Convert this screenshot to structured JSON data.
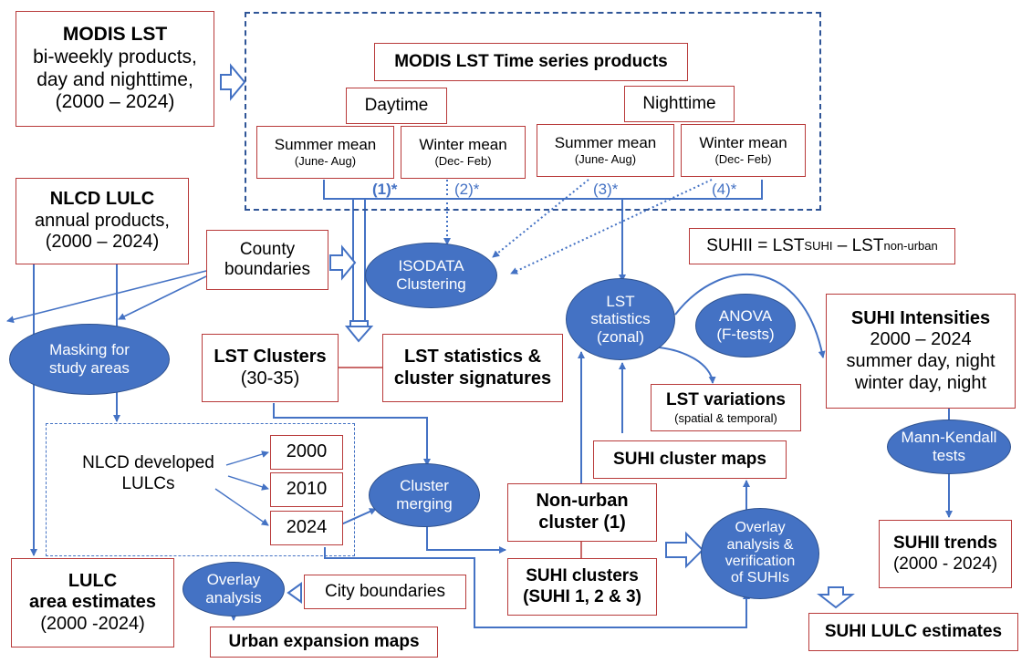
{
  "modis_lst": {
    "title": "MODIS LST",
    "line1": "bi-weekly products,",
    "line2": "day and nighttime,",
    "line3": "(2000 – 2024)"
  },
  "time_series": {
    "title": "MODIS LST Time series products",
    "daytime": "Daytime",
    "nighttime": "Nighttime",
    "day_summer": {
      "title": "Summer mean",
      "months": "(June- Aug)"
    },
    "day_winter": {
      "title": "Winter mean",
      "months": "(Dec- Feb)"
    },
    "night_summer": {
      "title": "Summer mean",
      "months": "(June- Aug)"
    },
    "night_winter": {
      "title": "Winter mean",
      "months": "(Dec- Feb)"
    },
    "marks": [
      "(1)*",
      "(2)*",
      "(3)*",
      "(4)*"
    ]
  },
  "nlcd": {
    "title": "NLCD LULC",
    "line1": "annual products,",
    "line2": "(2000 – 2024)"
  },
  "county": {
    "line1": "County",
    "line2": "boundaries"
  },
  "isodata": {
    "line1": "ISODATA",
    "line2": "Clustering"
  },
  "suhii_formula": {
    "lhs": "SUHII = LST",
    "sub1": "SUHI",
    "minus": " – LST",
    "sub2": "non-urban"
  },
  "lst_zonal": {
    "line1": "LST",
    "line2": "statistics",
    "line3": "(zonal)"
  },
  "anova": {
    "line1": "ANOVA",
    "line2": "(F-tests)"
  },
  "suhi_intensities": {
    "title": "SUHI Intensities",
    "line1": "2000 – 2024",
    "line2": "summer day, night",
    "line3": "winter day, night"
  },
  "masking": {
    "line1": "Masking for",
    "line2": "study areas"
  },
  "lst_clusters": {
    "title": "LST Clusters",
    "line1": "(30-35)"
  },
  "lst_stats_sig": {
    "line1": "LST statistics &",
    "line2": "cluster signatures"
  },
  "lst_variations": {
    "title": "LST variations",
    "line1": "(spatial & temporal)"
  },
  "mann_kendall": {
    "line1": "Mann-Kendall",
    "line2": "tests"
  },
  "nlcd_developed": {
    "line1": "NLCD developed",
    "line2": "LULCs"
  },
  "years": [
    "2000",
    "2010",
    "2024"
  ],
  "cluster_merging": {
    "line1": "Cluster",
    "line2": "merging"
  },
  "suhi_cluster_maps": "SUHI cluster maps",
  "nonurban": {
    "line1": "Non-urban",
    "line2": "cluster (1)"
  },
  "overlay_verif": {
    "line1": "Overlay",
    "line2": "analysis &",
    "line3": "verification",
    "line4": "of SUHIs"
  },
  "suhii_trends": {
    "title": "SUHII trends",
    "line1": "(2000 - 2024)"
  },
  "lulc_area": {
    "line1": "LULC",
    "line2": "area estimates",
    "line3": "(2000 -2024)"
  },
  "overlay_analysis": {
    "line1": "Overlay",
    "line2": "analysis"
  },
  "city_boundaries": "City boundaries",
  "suhi_clusters": {
    "line1": "SUHI clusters",
    "line2": "(SUHI 1, 2 & 3)"
  },
  "urban_expansion": "Urban expansion maps",
  "suhi_lulc": "SUHI LULC estimates",
  "colors": {
    "box_border": "#b83a3a",
    "oval_fill": "#4472c4",
    "arrow": "#4472c4",
    "dash": "#2f5597"
  }
}
